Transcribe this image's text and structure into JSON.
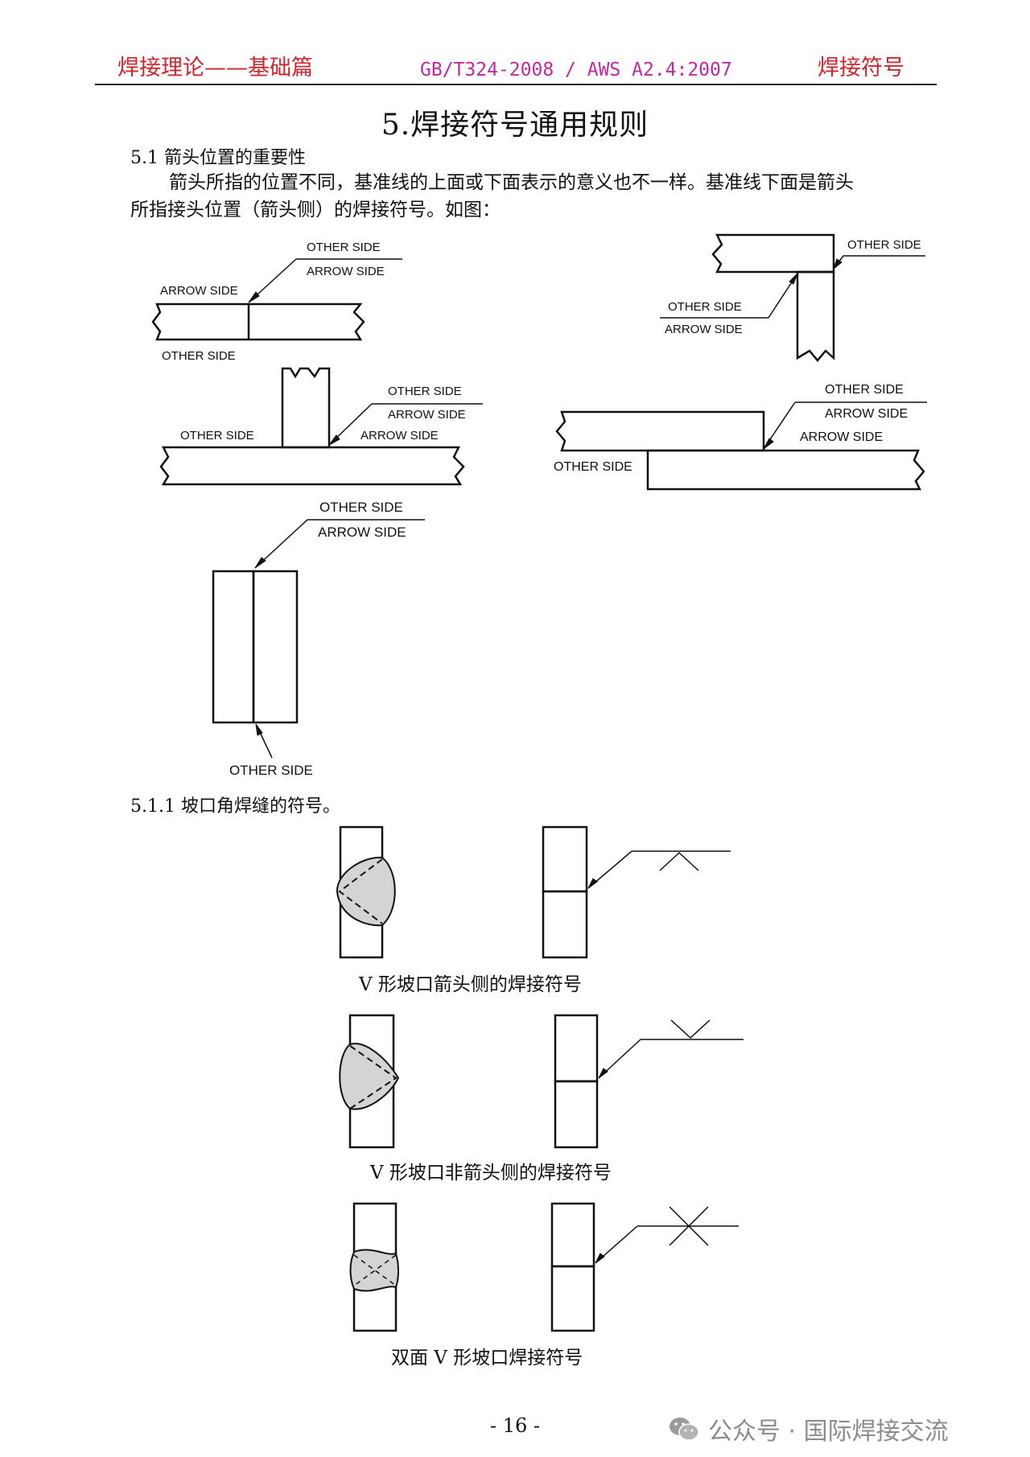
{
  "header": {
    "left": "焊接理论——基础篇",
    "middle": "GB/T324-2008 / AWS A2.4:2007",
    "right": "焊接符号"
  },
  "title": "5.焊接符号通用规则",
  "section_5_1": {
    "heading": "5.1 箭头位置的重要性",
    "paragraph_line1": "箭头所指的位置不同，基准线的上面或下面表示的意义也不一样。基准线下面是箭头",
    "paragraph_line2": "所指接头位置（箭头侧）的焊接符号。如图："
  },
  "labels": {
    "other_side": "OTHER SIDE",
    "arrow_side": "ARROW SIDE"
  },
  "section_5_1_1": {
    "heading": "5.1.1 坡口角焊缝的符号。",
    "caption_1": "V 形坡口箭头侧的焊接符号",
    "caption_2": "V 形坡口非箭头侧的焊接符号",
    "caption_3": "双面 V 形坡口焊接符号"
  },
  "footer": {
    "page_number": "- 16 -",
    "watermark": "公众号 · 国际焊接交流"
  },
  "colors": {
    "header_red": "#d0262d",
    "header_magenta": "#c02aa0",
    "weld_fill": "#d4d4d4"
  }
}
